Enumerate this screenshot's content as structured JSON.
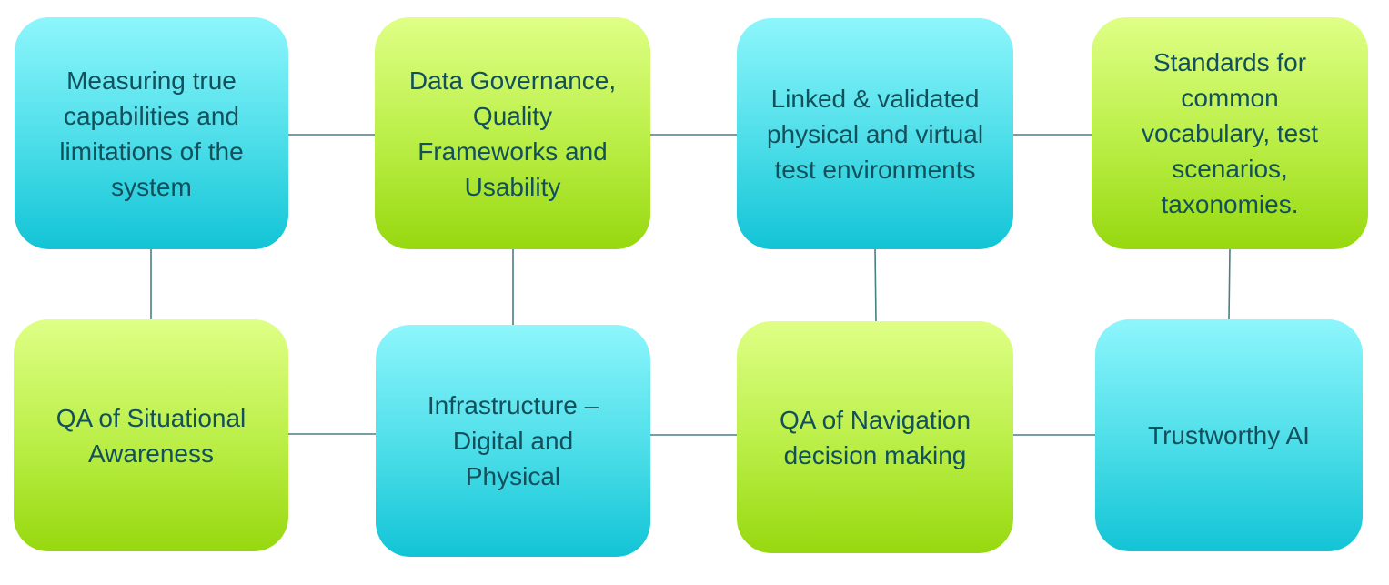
{
  "nodes": [
    {
      "text": "Measuring true\ncapabilities and\nlimitations of the\nsystem",
      "color": "#4bdde8"
    },
    {
      "text": "Data Governance,\nQuality\nFrameworks and\nUsability",
      "color": "#b9ee45"
    },
    {
      "text": "Linked & validated\nphysical and virtual\ntest environments",
      "color": "#4bdde8"
    },
    {
      "text": "Standards for\ncommon\nvocabulary, test\nscenarios,\ntaxonomies.",
      "color": "#b9ee45"
    },
    {
      "text": "QA of Situational\nAwareness",
      "color": "#b9ee45"
    },
    {
      "text": "Infrastructure –\nDigital and\nPhysical",
      "color": "#4bdde8"
    },
    {
      "text": "QA of Navigation\ndecision making",
      "color": "#b9ee45"
    },
    {
      "text": "Trustworthy AI",
      "color": "#4bdde8"
    }
  ],
  "connector_color": "#4a7f86"
}
